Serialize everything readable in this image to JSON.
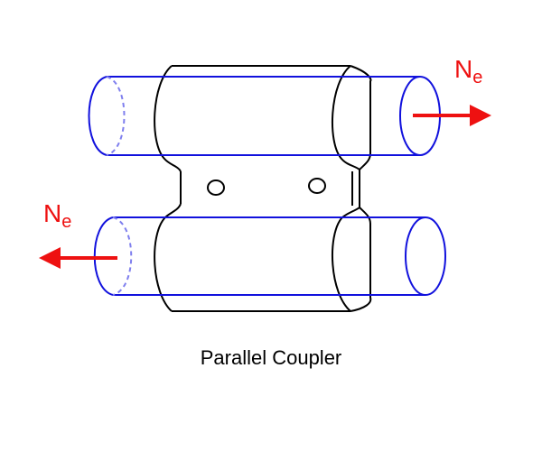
{
  "caption": "Parallel Coupler",
  "labels": {
    "top_right": {
      "main": "N",
      "sub": "e"
    },
    "bottom_left": {
      "main": "N",
      "sub": "e"
    }
  },
  "colors": {
    "tube": "#1111dd",
    "tube_hidden": "#7f7fee",
    "coupler": "#000000",
    "arrow": "#ee1111",
    "background": "#ffffff"
  },
  "icons": {
    "arrow": "arrow-right-icon / arrow-left-icon",
    "hole": "circle-hole-icon"
  }
}
